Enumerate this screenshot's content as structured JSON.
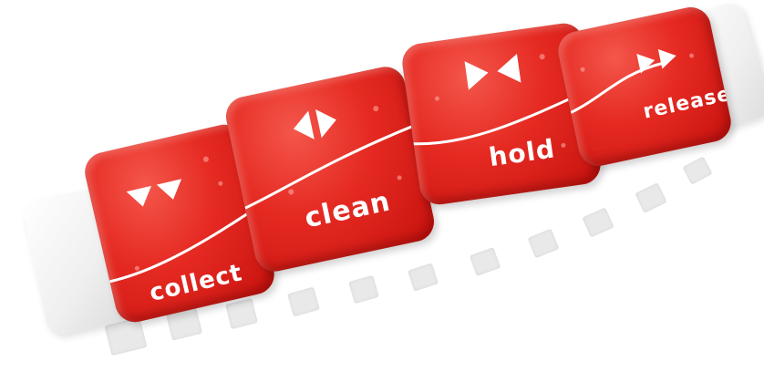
{
  "steps": [
    {
      "label": "collect",
      "icon": "double-down-triangle-icon"
    },
    {
      "label": "clean",
      "icon": "outward-arrows-icon"
    },
    {
      "label": "hold",
      "icon": "inward-arrows-icon"
    },
    {
      "label": "release",
      "icon": "double-right-triangle-icon"
    }
  ],
  "colors": {
    "key_red": "#e52a22",
    "band_white": "#ffffff",
    "block_grey": "#e9e9e9"
  }
}
